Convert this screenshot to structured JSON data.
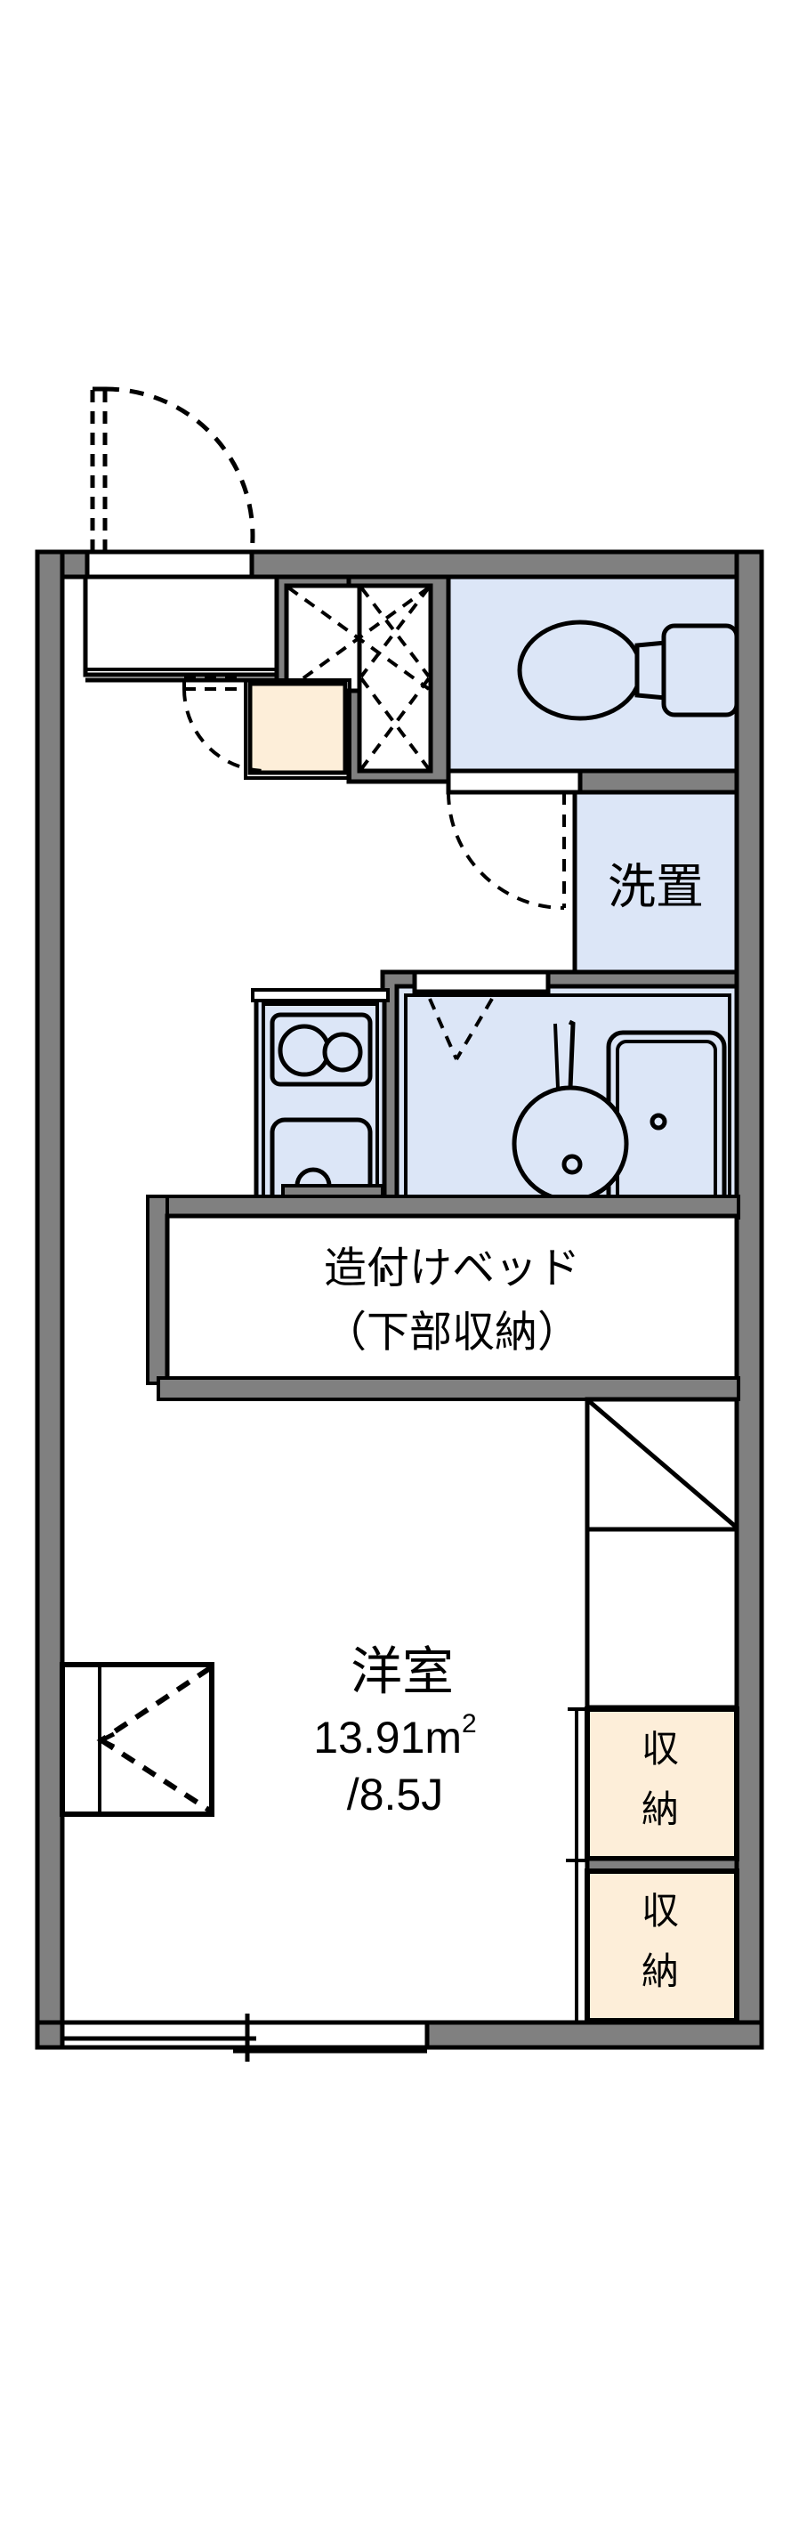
{
  "document": {
    "type": "floor-plan",
    "kind": "apartment-layout-1K",
    "background_color": "#ffffff",
    "wall_fill": "#808080",
    "wall_stroke": "#000000",
    "water_fill": "#dce6f7",
    "storage_fill": "#fdeed9",
    "line_color": "#000000"
  },
  "rooms": [
    {
      "id": "main-room",
      "name_line1": "洋室",
      "name_line2": "13.91m",
      "name_sup": "2",
      "name_line3": "/8.5J",
      "area_sqm": "13.91",
      "area_jo": "8.5"
    },
    {
      "id": "built-in-bed",
      "name_line1": "造付けベッド",
      "name_line2": "（下部収納）"
    },
    {
      "id": "washer-space",
      "name": "洗置"
    },
    {
      "id": "closet-upper",
      "name_line1": "収",
      "name_line2": "納"
    },
    {
      "id": "closet-lower",
      "name_line1": "収",
      "name_line2": "納"
    }
  ],
  "fixtures": [
    {
      "id": "toilet",
      "label": "toilet-fixture"
    },
    {
      "id": "unit-bath",
      "label": "unit-bath-fixture"
    },
    {
      "id": "bathtub",
      "label": "bathtub-fixture"
    },
    {
      "id": "wash-basin",
      "label": "wash-basin-fixture"
    },
    {
      "id": "kitchen-sink",
      "label": "kitchen-sink-fixture"
    },
    {
      "id": "gas-stove",
      "label": "two-burner-stove"
    },
    {
      "id": "shoe-box",
      "label": "shoe-box-cabinet"
    },
    {
      "id": "entry-closet",
      "label": "entry-closet"
    }
  ],
  "openings": [
    {
      "id": "entrance-door",
      "type": "hinged-door"
    },
    {
      "id": "balcony-window",
      "type": "sliding-window"
    },
    {
      "id": "side-window",
      "type": "casement-window"
    },
    {
      "id": "bath-door",
      "type": "hinged-door"
    },
    {
      "id": "toilet-door",
      "type": "hinged-door"
    },
    {
      "id": "entry-closet-door",
      "type": "hinged-door"
    },
    {
      "id": "closet-doors",
      "type": "sliding-closet-door"
    }
  ],
  "typography": {
    "room_name_size": "46",
    "room_area_size": "42",
    "bed_label_size": "40",
    "washer_label_size": "34",
    "closet_label_size": "32"
  }
}
